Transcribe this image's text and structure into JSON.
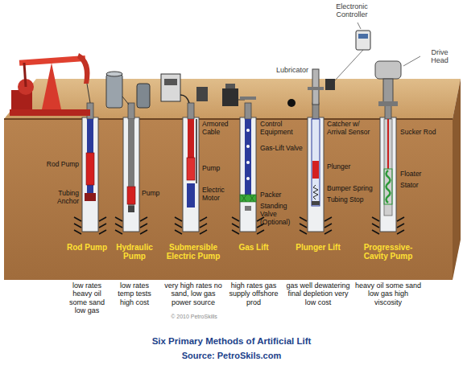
{
  "diagram": {
    "caption": "Six Primary Methods of Artificial Lift",
    "nodes": [
      {
        "text": [
          "Rod Pump",
          "low rates heavy oil some sand low gas"
        ]
      },
      {
        "text": [
          "Hydraulic Pump",
          "low rates temp tests high cost"
        ]
      },
      {
        "text": [
          "Submersible Electric Pump",
          "very high rates no sand, low gas power source"
        ]
      },
      {
        "text": [
          "Gas Lift",
          "high rates gas supply offshore prod"
        ]
      },
      {
        "text": [
          "Plunger Lift",
          "gas well dewatering final depletion very low cost"
        ]
      },
      {
        "text": [
          "Progressive-Cavity Pump",
          "heavy oil some sand low gas high viscosity"
        ]
      }
    ],
    "labels": [
      "Electronic Controller",
      "Lubricator",
      "Drive Head",
      "Rod Pump",
      "Tubing Anchor",
      "Pump",
      "Armored Cable",
      "Pump",
      "Electric Motor",
      "Control Equipment",
      "Gas-Lift Valve",
      "Packer",
      "Standing Valve (Optional)",
      "Catcher w/ Arrival Sensor",
      "Plunger",
      "Bumper Spring",
      "Tubing Stop",
      "Sucker Rod",
      "Floater",
      "Stator",
      "© 2010 PetroSkills",
      "Source: PetroSkils.com"
    ]
  }
}
